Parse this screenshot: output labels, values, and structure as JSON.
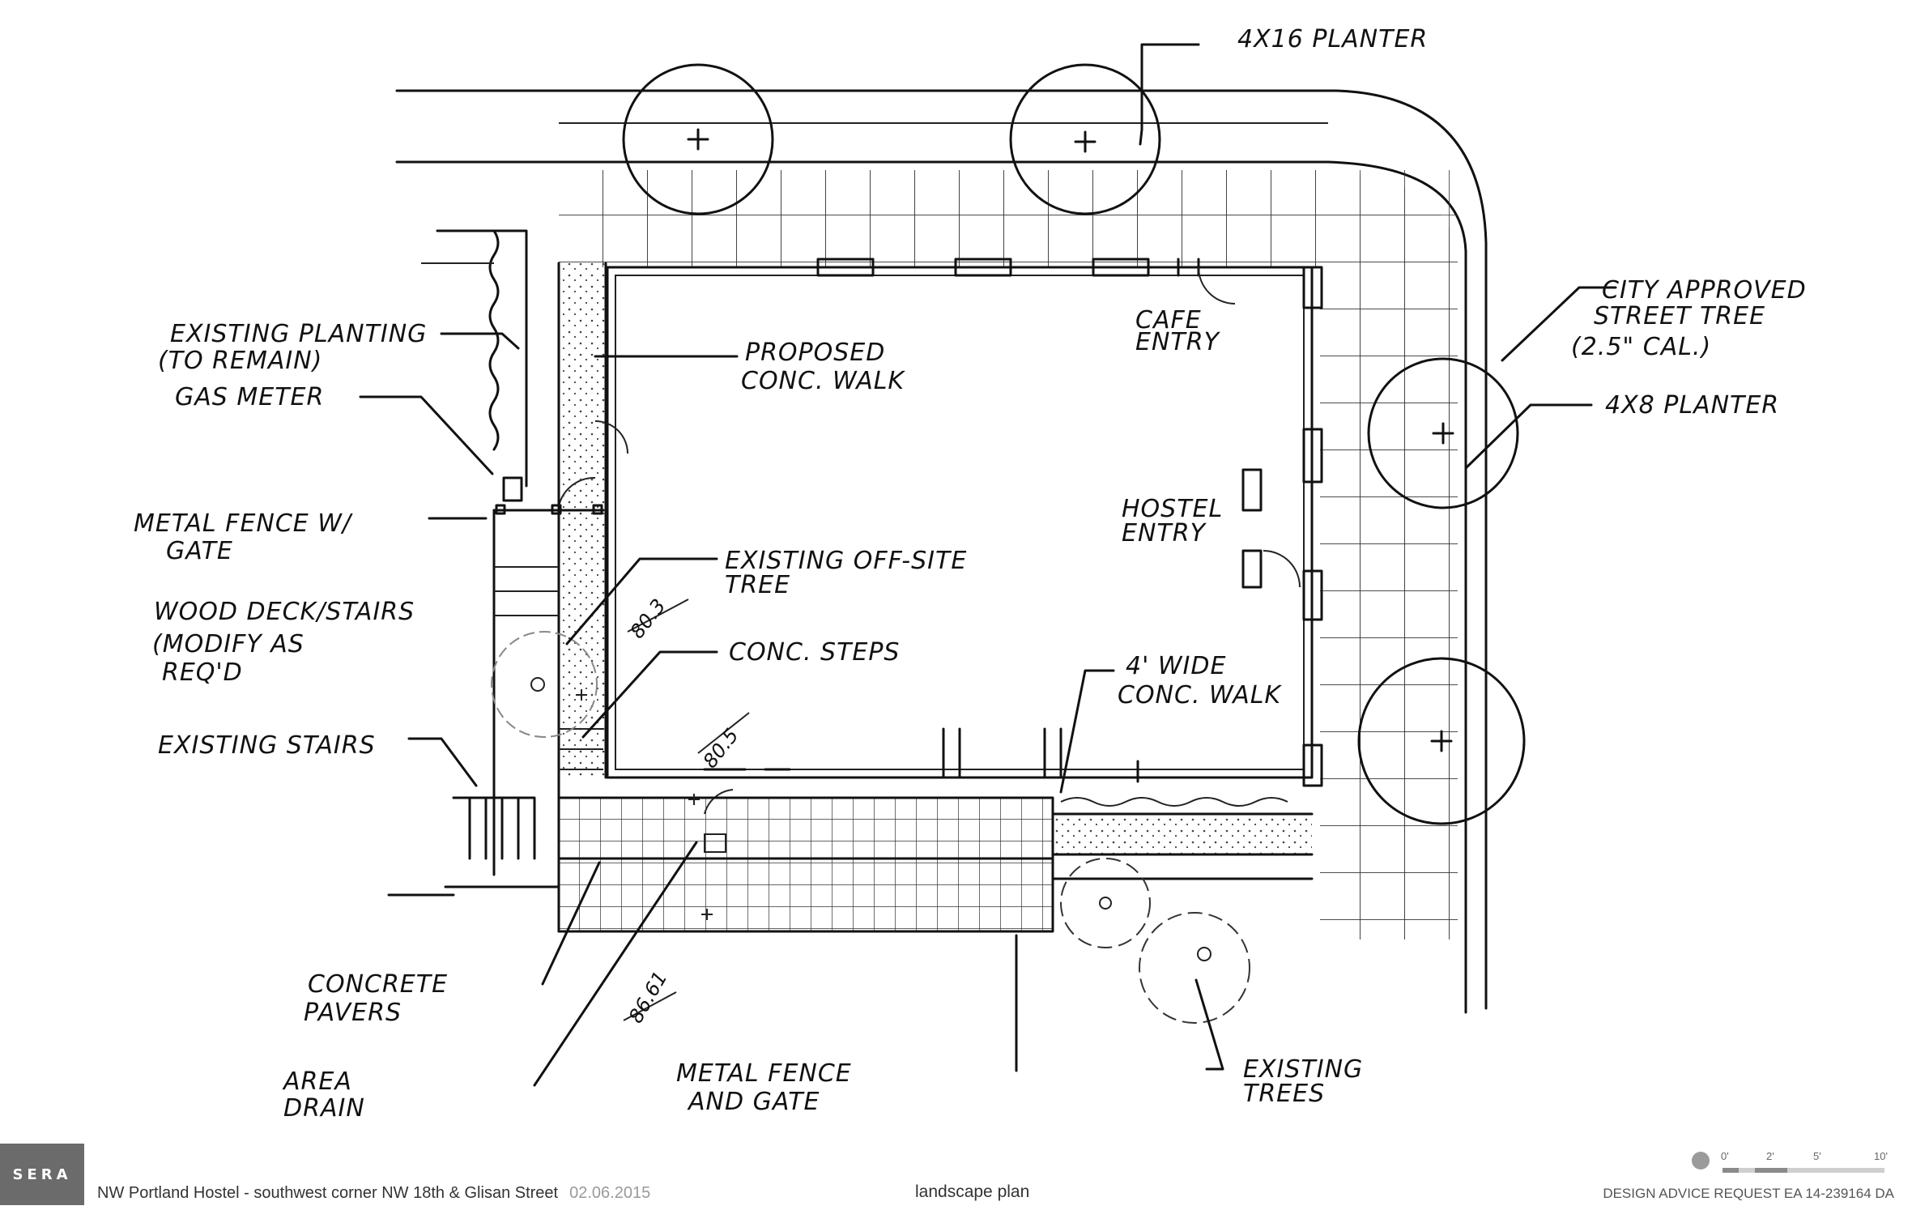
{
  "labels": {
    "planter_4x16": "4X16 PLANTER",
    "city_tree_1": "CITY APPROVED",
    "city_tree_2": "STREET TREE",
    "city_tree_3": "(2.5\" CAL.)",
    "planter_4x8": "4X8 PLANTER",
    "cafe_1": "CAFE",
    "cafe_2": "ENTRY",
    "proposed_1": "PROPOSED",
    "proposed_2": "CONC. WALK",
    "existing_planting_1": "EXISTING PLANTING",
    "existing_planting_2": "(TO REMAIN)",
    "gas_meter": "GAS METER",
    "metal_fence_1": "METAL FENCE W/",
    "metal_fence_2": "GATE",
    "hostel_1": "HOSTEL",
    "hostel_2": "ENTRY",
    "offsite_tree_1": "EXISTING OFF-SITE",
    "offsite_tree_2": "TREE",
    "wood_deck_1": "WOOD DECK/STAIRS",
    "wood_deck_2": "(MODIFY AS",
    "wood_deck_3": "REQ'D",
    "conc_steps": "CONC. STEPS",
    "wide_walk_1": "4' WIDE",
    "wide_walk_2": "CONC. WALK",
    "existing_stairs": "EXISTING STAIRS",
    "concrete_pavers_1": "CONCRETE",
    "concrete_pavers_2": "PAVERS",
    "area_drain_1": "AREA",
    "area_drain_2": "DRAIN",
    "fence_gate_1": "METAL FENCE",
    "fence_gate_2": "AND GATE",
    "existing_trees_1": "EXISTING",
    "existing_trees_2": "TREES",
    "elev_1": "80.3",
    "elev_2": "80.5",
    "elev_3": "86.61"
  },
  "footer": {
    "logo": "SERA",
    "project": "NW Portland Hostel - southwest corner NW 18th & Glisan Street",
    "date": "02.06.2015",
    "sheet_title": "landscape plan",
    "review": "DESIGN ADVICE REQUEST  EA 14-239164 DA",
    "scale_0": "0'",
    "scale_2": "2'",
    "scale_5": "5'",
    "scale_10": "10'"
  }
}
